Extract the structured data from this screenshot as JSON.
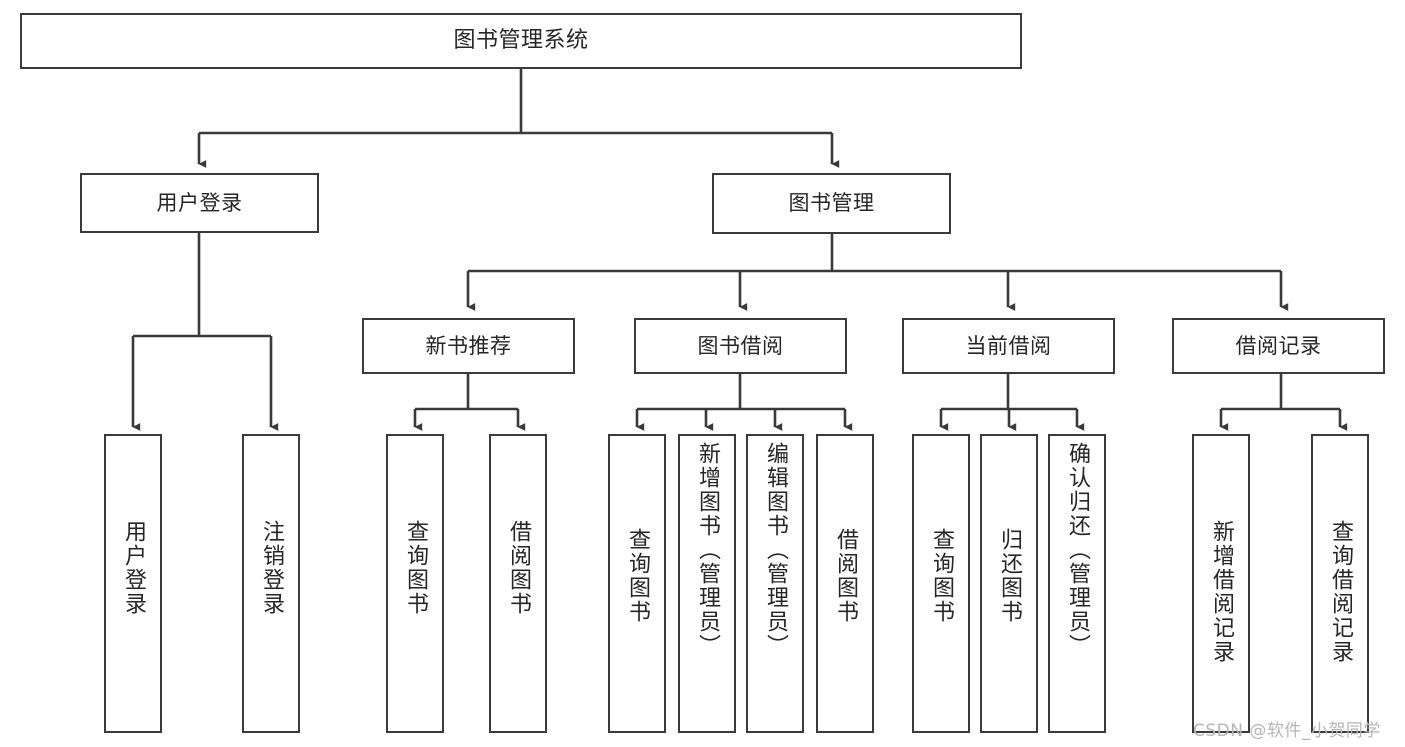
{
  "diagram": {
    "title": "图书管理系统",
    "type": "function-hierarchy-tree",
    "colors": {
      "border": "#3a3a3a",
      "text": "#262626",
      "background": "#ffffff",
      "watermark": "#b6b6b6"
    },
    "levels": {
      "root": {
        "label": "图书管理系统"
      },
      "level1": [
        {
          "id": "user-login",
          "label": "用户登录"
        },
        {
          "id": "book-manage",
          "label": "图书管理"
        }
      ],
      "level2": [
        {
          "id": "new-book-recommend",
          "label": "新书推荐",
          "parent": "book-manage"
        },
        {
          "id": "book-borrow",
          "label": "图书借阅",
          "parent": "book-manage"
        },
        {
          "id": "current-borrow",
          "label": "当前借阅",
          "parent": "book-manage"
        },
        {
          "id": "borrow-record",
          "label": "借阅记录",
          "parent": "book-manage"
        }
      ],
      "leaves": [
        {
          "id": "leaf-user-login",
          "label": "用户登录",
          "parent": "user-login"
        },
        {
          "id": "leaf-logout",
          "label": "注销登录",
          "parent": "user-login"
        },
        {
          "id": "leaf-query-book-1",
          "label": "查询图书",
          "parent": "new-book-recommend"
        },
        {
          "id": "leaf-borrow-book-1",
          "label": "借阅图书",
          "parent": "new-book-recommend"
        },
        {
          "id": "leaf-query-book-2",
          "label": "查询图书",
          "parent": "book-borrow"
        },
        {
          "id": "leaf-add-book",
          "label": "新增图书（管理员）",
          "parent": "book-borrow"
        },
        {
          "id": "leaf-edit-book",
          "label": "编辑图书（管理员）",
          "parent": "book-borrow"
        },
        {
          "id": "leaf-borrow-book-2",
          "label": "借阅图书",
          "parent": "book-borrow"
        },
        {
          "id": "leaf-query-book-3",
          "label": "查询图书",
          "parent": "current-borrow"
        },
        {
          "id": "leaf-return-book",
          "label": "归还图书",
          "parent": "current-borrow"
        },
        {
          "id": "leaf-confirm-return",
          "label": "确认归还（管理员）",
          "parent": "current-borrow"
        },
        {
          "id": "leaf-add-record",
          "label": "新增借阅记录",
          "parent": "borrow-record"
        },
        {
          "id": "leaf-query-record",
          "label": "查询借阅记录",
          "parent": "borrow-record"
        }
      ]
    },
    "watermark": "CSDN @软件_小贺同学"
  }
}
